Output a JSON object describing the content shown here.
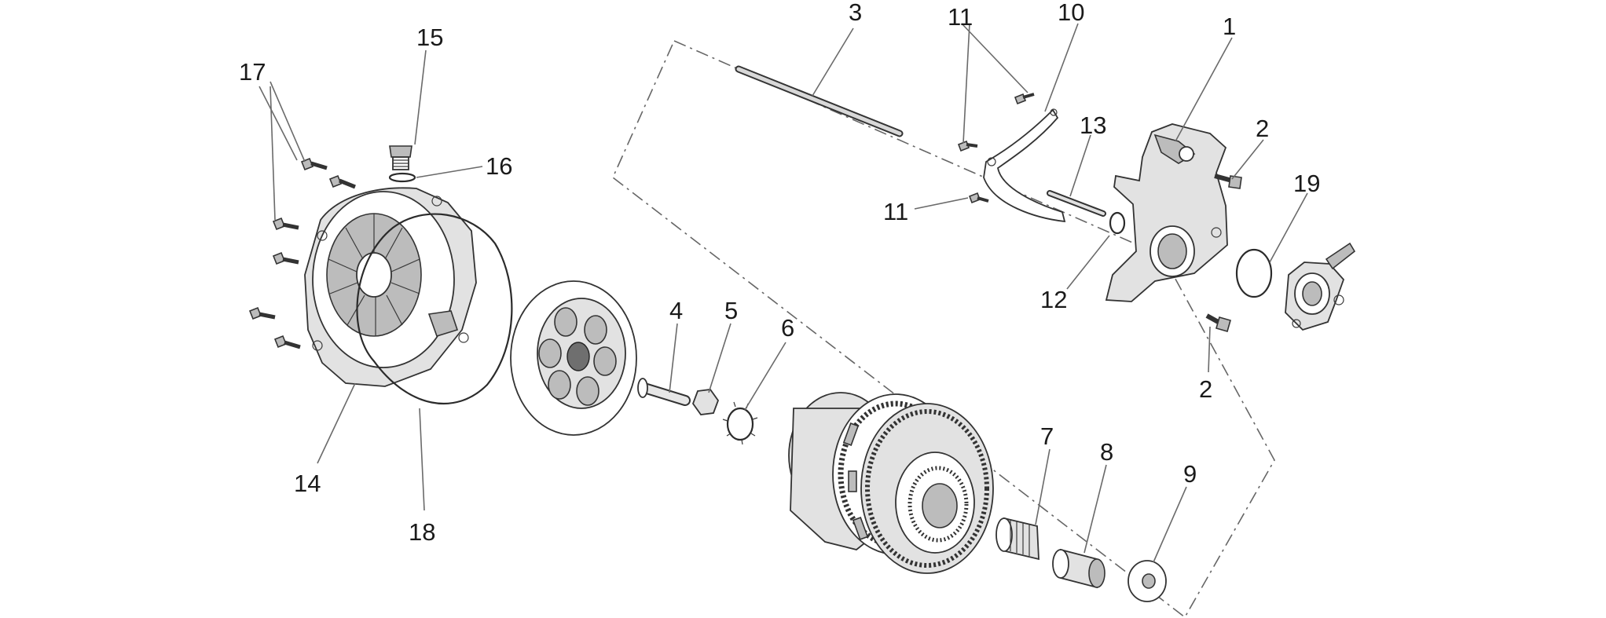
{
  "diagram": {
    "labels": {
      "p1": "1",
      "p2a": "2",
      "p2b": "2",
      "p3": "3",
      "p4": "4",
      "p5": "5",
      "p6": "6",
      "p7": "7",
      "p8": "8",
      "p9": "9",
      "p10": "10",
      "p11a": "11",
      "p11b": "11",
      "p12": "12",
      "p13": "13",
      "p14": "14",
      "p15": "15",
      "p16": "16",
      "p17": "17",
      "p18": "18",
      "p19": "19"
    }
  }
}
